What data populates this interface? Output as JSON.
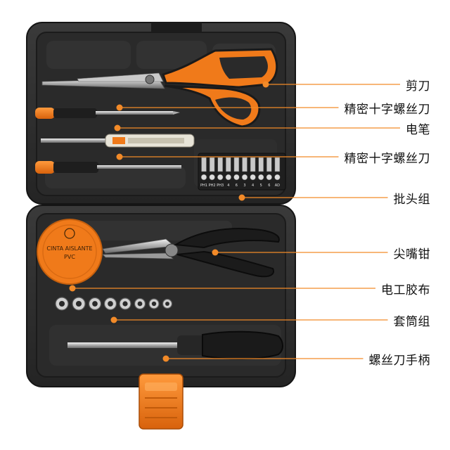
{
  "colors": {
    "case": "#2b2b2b",
    "case_dark": "#1a1a1a",
    "accent": "#f07a1a",
    "leader": "#f28a28",
    "label": "#111111"
  },
  "labels": [
    {
      "id": "scissors",
      "text": "剪刀"
    },
    {
      "id": "precision_screwdriver_1",
      "text": "精密十字螺丝刀"
    },
    {
      "id": "test_pen",
      "text": "电笔"
    },
    {
      "id": "precision_screwdriver_2",
      "text": "精密十字螺丝刀"
    },
    {
      "id": "bit_set",
      "text": "批头组"
    },
    {
      "id": "needle_nose_pliers",
      "text": "尖嘴钳"
    },
    {
      "id": "electrical_tape",
      "text": "电工胶布"
    },
    {
      "id": "socket_set",
      "text": "套筒组"
    },
    {
      "id": "screwdriver_handle",
      "text": "螺丝刀手柄"
    }
  ],
  "tape": {
    "title_line1": "CINTA AISLANTE",
    "title_line2": "PVC"
  },
  "bit_labels": [
    "PH1",
    "PH2",
    "PH3",
    "4",
    "6",
    "3",
    "4",
    "5",
    "6",
    "AD"
  ],
  "icons": {
    "case": "toolbox-icon",
    "scissors": "scissors-icon",
    "pliers": "pliers-icon",
    "tape": "tape-roll-icon",
    "ul_mark": "ul-certification-icon"
  }
}
